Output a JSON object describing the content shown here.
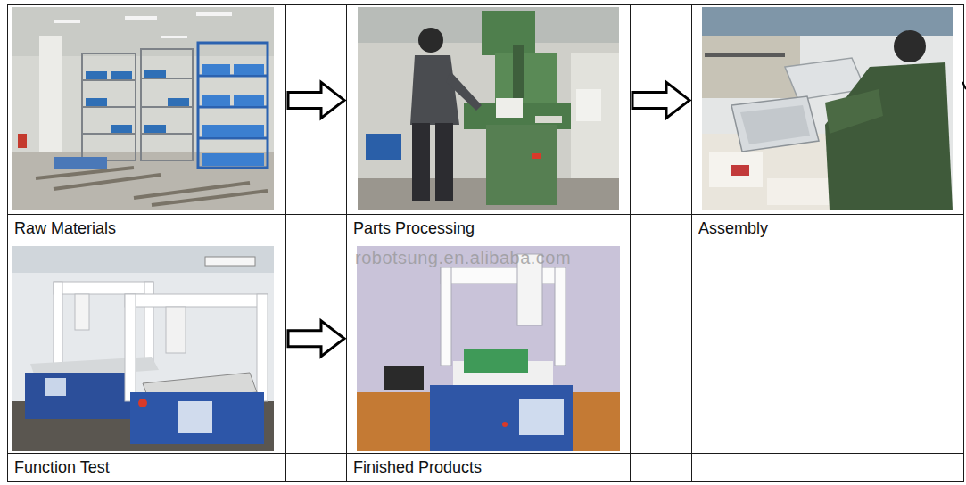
{
  "diagram": {
    "nodes": [
      {
        "text": [
          "Raw Materials"
        ]
      },
      {
        "text": [
          "Parts Processing"
        ]
      },
      {
        "text": [
          "Assembly"
        ]
      },
      {
        "text": [
          "Function Test"
        ]
      },
      {
        "text": [
          "Finished Products"
        ]
      }
    ],
    "edges": [
      {
        "from": 0,
        "to": 1,
        "arrow": "to"
      },
      {
        "from": 1,
        "to": 2,
        "arrow": "to"
      },
      {
        "from": 3,
        "to": 4,
        "arrow": "to"
      }
    ],
    "labels": [
      "robotsung.en.alibaba.com"
    ]
  }
}
